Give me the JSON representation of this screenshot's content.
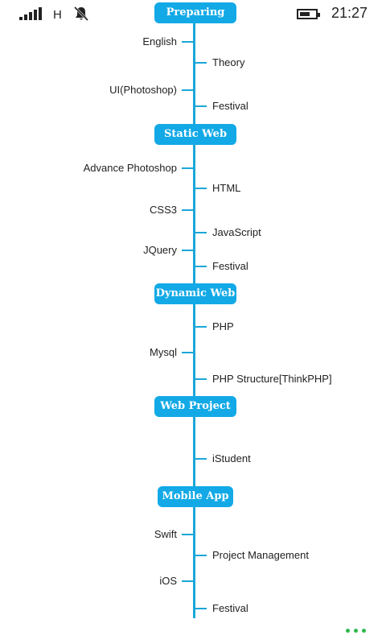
{
  "status_bar": {
    "network_type": "H",
    "time": "21:27",
    "icons": [
      "signal-icon",
      "mute-bell-icon",
      "battery-icon"
    ]
  },
  "colors": {
    "accent": "#12a9e6",
    "line": "#1aa7d8",
    "more": "#2db84d"
  },
  "stages": [
    {
      "title": "Preparing",
      "items": [
        {
          "side": "left",
          "text": "English"
        },
        {
          "side": "right",
          "text": "Theory"
        },
        {
          "side": "left",
          "text": "UI(Photoshop)"
        },
        {
          "side": "right",
          "text": "Festival"
        }
      ]
    },
    {
      "title": "Static Web",
      "items": [
        {
          "side": "left",
          "text": "Advance Photoshop"
        },
        {
          "side": "right",
          "text": "HTML"
        },
        {
          "side": "left",
          "text": "CSS3"
        },
        {
          "side": "right",
          "text": "JavaScript"
        },
        {
          "side": "left",
          "text": "JQuery"
        },
        {
          "side": "right",
          "text": "Festival"
        }
      ]
    },
    {
      "title": "Dynamic Web",
      "items": [
        {
          "side": "right",
          "text": "PHP"
        },
        {
          "side": "left",
          "text": "Mysql"
        },
        {
          "side": "right",
          "text": "PHP Structure[ThinkPHP]"
        }
      ]
    },
    {
      "title": "Web Project",
      "items": [
        {
          "side": "right",
          "text": "iStudent"
        }
      ]
    },
    {
      "title": "Mobile App",
      "items": [
        {
          "side": "left",
          "text": "Swift"
        },
        {
          "side": "right",
          "text": "Project Management"
        },
        {
          "side": "left",
          "text": "iOS"
        },
        {
          "side": "right",
          "text": "Festival"
        }
      ]
    }
  ]
}
